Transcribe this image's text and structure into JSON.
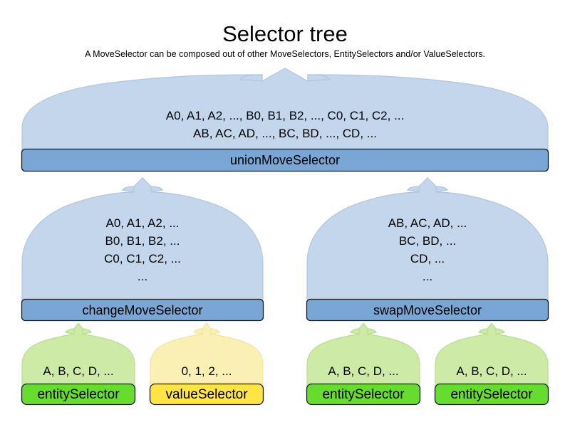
{
  "header": {
    "title": "Selector tree",
    "subtitle": "A MoveSelector can be composed out of other MoveSelectors, EntitySelectors and/or ValueSelectors."
  },
  "colors": {
    "dome_blue_fill": "#c3d6ec",
    "dome_blue_stroke": "#b0c6e0",
    "bar_blue_fill": "#7aa6d6",
    "bar_blue_stroke": "#1a1a1a",
    "dome_green_fill": "#cdeaa6",
    "dome_green_stroke": "#bcdc92",
    "bar_green_fill": "#66dd2e",
    "bar_green_stroke": "#1a1a1a",
    "dome_yellow_fill": "#faf0b4",
    "dome_yellow_stroke": "#f2e49a",
    "bar_yellow_fill": "#ffe445",
    "bar_yellow_stroke": "#1a1a1a",
    "text": "#000000",
    "background": "#ffffff"
  },
  "nodes": {
    "union": {
      "label": "unionMoveSelector",
      "kind": "move-selector",
      "content_lines": [
        "A0, A1, A2, ..., B0, B1, B2, ..., C0, C1, C2, ...",
        "AB, AC, AD, ..., BC, BD, ..., CD, ..."
      ]
    },
    "change": {
      "label": "changeMoveSelector",
      "kind": "move-selector",
      "content_lines": [
        "A0, A1, A2, ...",
        "B0, B1, B2, ...",
        "C0, C1, C2, ...",
        "..."
      ]
    },
    "swap": {
      "label": "swapMoveSelector",
      "kind": "move-selector",
      "content_lines": [
        "AB, AC, AD, ...",
        "BC, BD, ...",
        "CD, ...",
        "..."
      ]
    },
    "leaf_entity_1": {
      "label": "entitySelector",
      "kind": "entity-selector",
      "content_lines": [
        "A, B, C, D, ..."
      ]
    },
    "leaf_value_1": {
      "label": "valueSelector",
      "kind": "value-selector",
      "content_lines": [
        "0, 1, 2, ..."
      ]
    },
    "leaf_entity_2": {
      "label": "entitySelector",
      "kind": "entity-selector",
      "content_lines": [
        "A, B, C, D, ..."
      ]
    },
    "leaf_entity_3": {
      "label": "entitySelector",
      "kind": "entity-selector",
      "content_lines": [
        "A, B, C, D, ..."
      ]
    }
  }
}
